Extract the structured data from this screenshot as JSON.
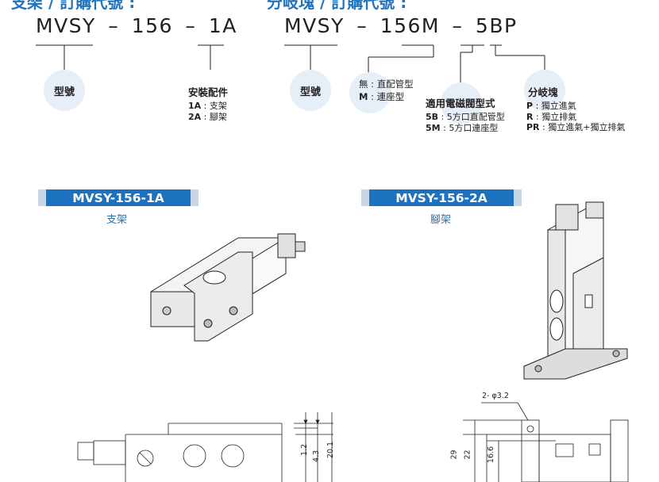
{
  "left": {
    "header": "支架 / 訂購代號 :",
    "code": {
      "prefix": "MVSY",
      "dash1": "–",
      "num": "156",
      "dash2": "–",
      "suffix": "1A"
    },
    "bubble_model": "型號",
    "accessory": {
      "title": "安裝配件",
      "options": [
        {
          "code": "1A",
          "sep": ":",
          "desc": "支架"
        },
        {
          "code": "2A",
          "sep": ":",
          "desc": "腳架"
        }
      ]
    }
  },
  "right": {
    "header": "分岐塊 / 訂購代號 :",
    "code": {
      "prefix": "MVSY",
      "dash1": "–",
      "num": "156M",
      "dash2": "–",
      "suffix": "5BP"
    },
    "bubble_model": "型號",
    "blank_option": {
      "code": "無",
      "sep": ":",
      "desc": "直配管型"
    },
    "m_option": {
      "code": "M",
      "sep": ":",
      "desc": "連座型"
    },
    "valve": {
      "title": "適用電磁閥型式",
      "options": [
        {
          "code": "5B",
          "sep": ":",
          "desc": "5方口直配管型"
        },
        {
          "code": "5M",
          "sep": ":",
          "desc": "5方口連座型"
        }
      ]
    },
    "manifold": {
      "title": "分岐塊",
      "options": [
        {
          "code": "P",
          "sep": ":",
          "desc": "獨立進氣"
        },
        {
          "code": "R",
          "sep": ":",
          "desc": "獨立排氣"
        },
        {
          "code": "PR",
          "sep": ":",
          "desc": "獨立進氣+獨立排氣"
        }
      ]
    }
  },
  "sections": [
    {
      "tag": "MVSY-156-1A",
      "subtitle": "支架"
    },
    {
      "tag": "MVSY-156-2A",
      "subtitle": "腳架"
    }
  ],
  "dims_left": {
    "d1": "1.2",
    "d2": "4.3",
    "d3": "20.1"
  },
  "dims_right": {
    "hole": "2- φ3.2",
    "d1": "29",
    "d2": "22",
    "d3": "16.6"
  },
  "colors": {
    "accent": "#1f74bd",
    "tag_bg": "#1d72c0",
    "bubble": "#e6eff8"
  }
}
